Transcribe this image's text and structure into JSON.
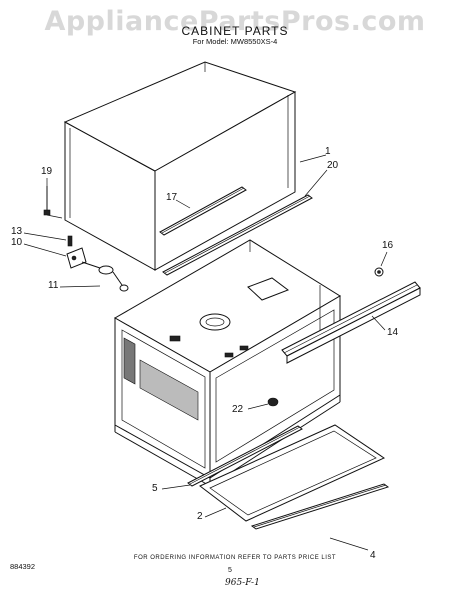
{
  "watermark": "AppliancePartsPros.com",
  "header": {
    "title": "CABINET PARTS",
    "model_line": "For Model: MW8550XS-4"
  },
  "callouts": {
    "c1": "1",
    "c20": "20",
    "c19": "19",
    "c17": "17",
    "c13": "13",
    "c10": "10",
    "c16": "16",
    "c11": "11",
    "c14": "14",
    "c22": "22",
    "c5": "5",
    "c2": "2",
    "c4": "4"
  },
  "footer": {
    "ordering_text": "FOR ORDERING INFORMATION REFER TO PARTS PRICE LIST",
    "doc_number": "884392",
    "page_number": "5",
    "handwritten_note": "965-F-1"
  }
}
